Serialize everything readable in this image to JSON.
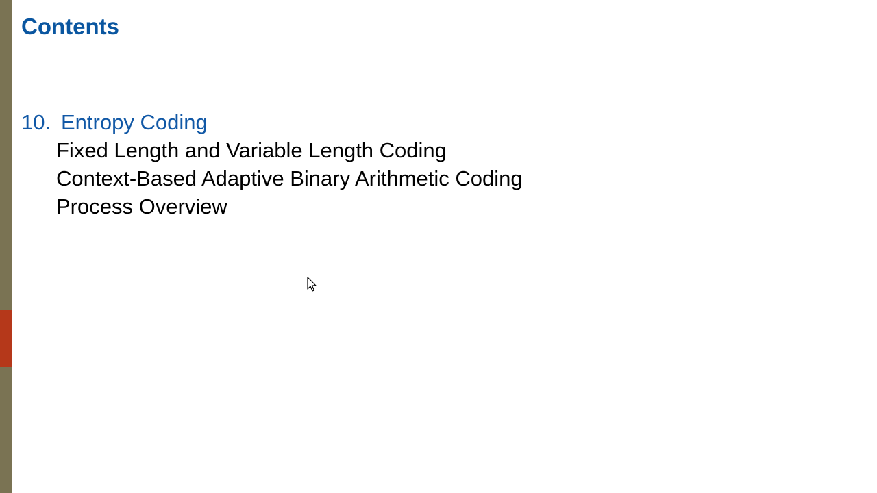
{
  "slide": {
    "title": "Contents",
    "section": {
      "number": "10.",
      "heading": "Entropy Coding",
      "items": [
        "Fixed Length and Variable Length Coding",
        "Context-Based Adaptive Binary Arithmetic Coding",
        "Process Overview"
      ]
    }
  },
  "cursor": {
    "icon": "mouse-pointer-icon"
  },
  "colors": {
    "title": "#0a56a0",
    "heading": "#1158a6",
    "side_bar": "#7a7353",
    "side_accent": "#b5381a"
  }
}
